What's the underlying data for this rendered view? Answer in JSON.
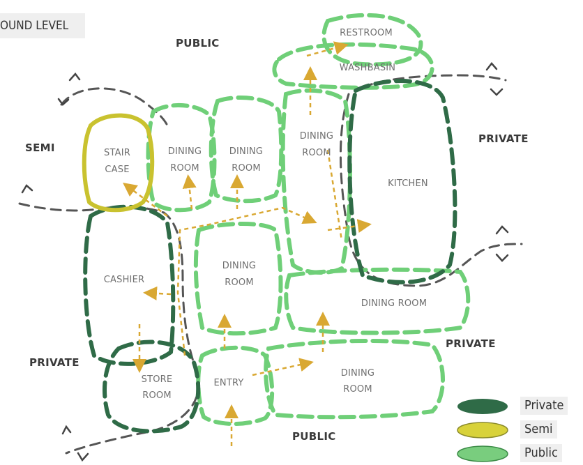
{
  "title": "OUND LEVEL",
  "zones": {
    "public_top": "PUBLIC",
    "semi": "SEMI",
    "private_right": "PRIVATE",
    "private_mid_right": "PRIVATE",
    "private_left": "PRIVATE",
    "public_bottom": "PUBLIC"
  },
  "rooms": {
    "restroom": "RESTROOM",
    "washbasin": "WASHBASIN",
    "staircase_line1": "STAIR",
    "staircase_line2": "CASE",
    "dining1_line1": "DINING",
    "dining1_line2": "ROOM",
    "dining2_line1": "DINING",
    "dining2_line2": "ROOM",
    "dining3_line1": "DINING",
    "dining3_line2": "ROOM",
    "kitchen": "KITCHEN",
    "cashier": "CASHIER",
    "dining_center_line1": "DINING",
    "dining_center_line2": "ROOM",
    "dining_right": "DINING ROOM",
    "store_line1": "STORE",
    "store_line2": "ROOM",
    "entry": "ENTRY",
    "dining_bottom_line1": "DINING",
    "dining_bottom_line2": "ROOM"
  },
  "legend": [
    {
      "label": "Private",
      "color": "#2f6b47"
    },
    {
      "label": "Semi",
      "color": "#d8d23a"
    },
    {
      "label": "Public",
      "color": "#79cd7e"
    }
  ],
  "colors": {
    "private": "#2f6b47",
    "semi": "#c9c22f",
    "public": "#6fcf78",
    "circulation": "#555555",
    "flow_arrow": "#d9a832"
  }
}
